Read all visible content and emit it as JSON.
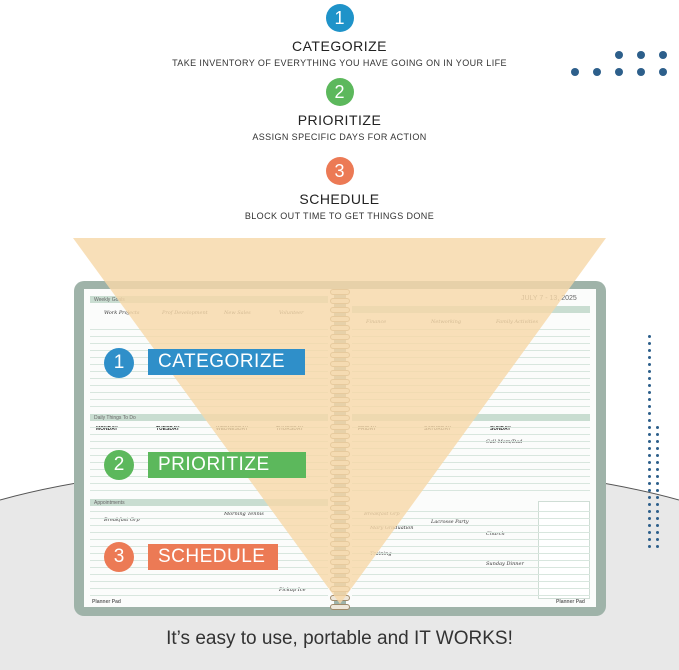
{
  "steps": [
    {
      "num": "1",
      "title": "CATEGORIZE",
      "subtitle": "TAKE INVENTORY OF EVERYTHING YOU HAVE GOING ON IN YOUR LIFE",
      "color": "#1f93c9"
    },
    {
      "num": "2",
      "title": "PRIORITIZE",
      "subtitle": "ASSIGN SPECIFIC DAYS FOR ACTION",
      "color": "#5cb85c"
    },
    {
      "num": "3",
      "title": "SCHEDULE",
      "subtitle": "BLOCK OUT TIME TO GET THINGS DONE",
      "color": "#ec7a55"
    }
  ],
  "banners": [
    {
      "num": "1",
      "label": "CATEGORIZE",
      "color": "#2f8fc9"
    },
    {
      "num": "2",
      "label": "PRIORITIZE",
      "color": "#5cb85c"
    },
    {
      "num": "3",
      "label": "SCHEDULE",
      "color": "#ec7a55"
    }
  ],
  "planner": {
    "left_header": "Weekly Goals",
    "date_range": "JULY 7 - 13, 2025",
    "categories_left": [
      "Work Projects",
      "Prof Development",
      "New Sales",
      "Volunteer"
    ],
    "categories_right": [
      "Finance",
      "Networking",
      "Family Activities"
    ],
    "todo_header": "Daily Things To Do",
    "days_left": [
      "MONDAY",
      "TUESDAY",
      "WEDNESDAY",
      "THURSDAY"
    ],
    "days_right": [
      "FRIDAY",
      "SATURDAY",
      "SUNDAY"
    ],
    "appointments_header": "Appointments",
    "brand": "Planner Pad",
    "notes": [
      "Breakfast Grp",
      "Morning Tennis",
      "Mary Graduation",
      "Lacrosse Party",
      "Church",
      "Sunday Dinner",
      "Training",
      "Pickup Ice",
      "Call Mom/Dad"
    ]
  },
  "tagline": "It’s easy to use, portable and IT WORKS!",
  "colors": {
    "dots": "#2d5f8b",
    "funnel": "#f6d8a8",
    "planner_frame": "#9fb3a9"
  }
}
